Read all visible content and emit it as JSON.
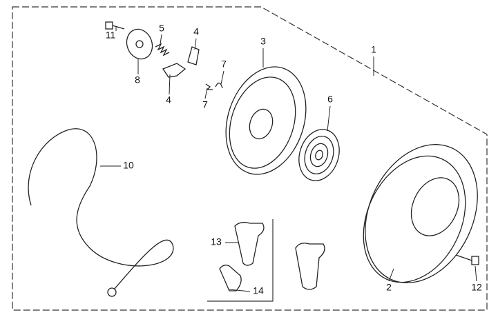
{
  "diagram": {
    "type": "exploded parts view",
    "callouts": [
      {
        "id": "c1",
        "text": "1"
      },
      {
        "id": "c2",
        "text": "2"
      },
      {
        "id": "c3",
        "text": "3"
      },
      {
        "id": "c4a",
        "text": "4"
      },
      {
        "id": "c4b",
        "text": "4"
      },
      {
        "id": "c5",
        "text": "5"
      },
      {
        "id": "c6",
        "text": "6"
      },
      {
        "id": "c7a",
        "text": "7"
      },
      {
        "id": "c7b",
        "text": "7"
      },
      {
        "id": "c8",
        "text": "8"
      },
      {
        "id": "c10",
        "text": "10"
      },
      {
        "id": "c11",
        "text": "11"
      },
      {
        "id": "c12",
        "text": "12"
      },
      {
        "id": "c13",
        "text": "13"
      },
      {
        "id": "c14",
        "text": "14"
      }
    ]
  }
}
